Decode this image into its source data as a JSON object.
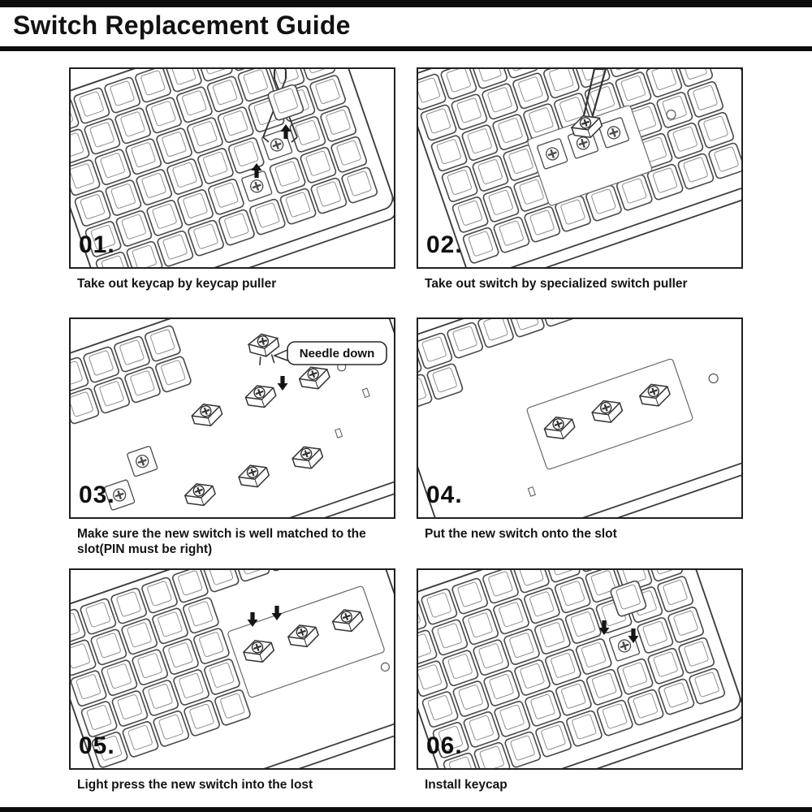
{
  "header": {
    "title": "Switch Replacement Guide"
  },
  "steps": [
    {
      "number": "01.",
      "caption": "Take out keycap by keycap  puller"
    },
    {
      "number": "02.",
      "caption": "Take out switch by specialized switch puller"
    },
    {
      "number": "03.",
      "caption": "Make sure the new switch is well matched to the slot(PIN must be right)",
      "callout": "Needle down"
    },
    {
      "number": "04.",
      "caption": "Put the new switch onto the slot"
    },
    {
      "number": "05.",
      "caption": "Light press the new switch into the lost"
    },
    {
      "number": "06.",
      "caption": "Install keycap"
    }
  ],
  "colors": {
    "ink": "#111111",
    "line": "#3d3d3d",
    "bar": "#0d0d0d"
  }
}
